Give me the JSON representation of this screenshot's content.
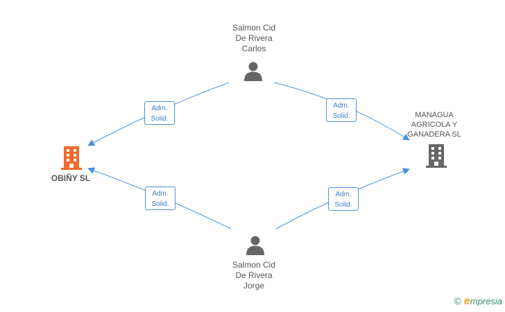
{
  "nodes": {
    "person_top": {
      "lines": [
        "Salmon Cid",
        "De Rivera",
        "Carlos"
      ]
    },
    "person_bottom": {
      "lines": [
        "Salmon Cid",
        "De Rivera",
        "Jorge"
      ]
    },
    "company_left": {
      "name": "OBIÑY SL"
    },
    "company_right": {
      "lines": [
        "MANAGUA",
        "AGRICOLA Y",
        "GANADERA SL"
      ]
    }
  },
  "edges": [
    {
      "from": "Salmon Cid De Rivera Carlos",
      "to": "OBIÑY SL",
      "label": [
        "Adm.",
        "Solid."
      ]
    },
    {
      "from": "Salmon Cid De Rivera Carlos",
      "to": "MANAGUA AGRICOLA Y GANADERA SL",
      "label": [
        "Adm.",
        "Solid."
      ]
    },
    {
      "from": "Salmon Cid De Rivera Jorge",
      "to": "OBIÑY SL",
      "label": [
        "Adm.",
        "Solid."
      ]
    },
    {
      "from": "Salmon Cid De Rivera Jorge",
      "to": "MANAGUA AGRICOLA Y GANADERA SL",
      "label": [
        "Adm.",
        "Solid."
      ]
    }
  ],
  "colors": {
    "edge": "#4a90d9",
    "focus_company": "#f26a2e",
    "company": "#666666",
    "person": "#666666"
  },
  "brand": {
    "copyright": "©",
    "initial": "e",
    "rest": "mpresia"
  }
}
